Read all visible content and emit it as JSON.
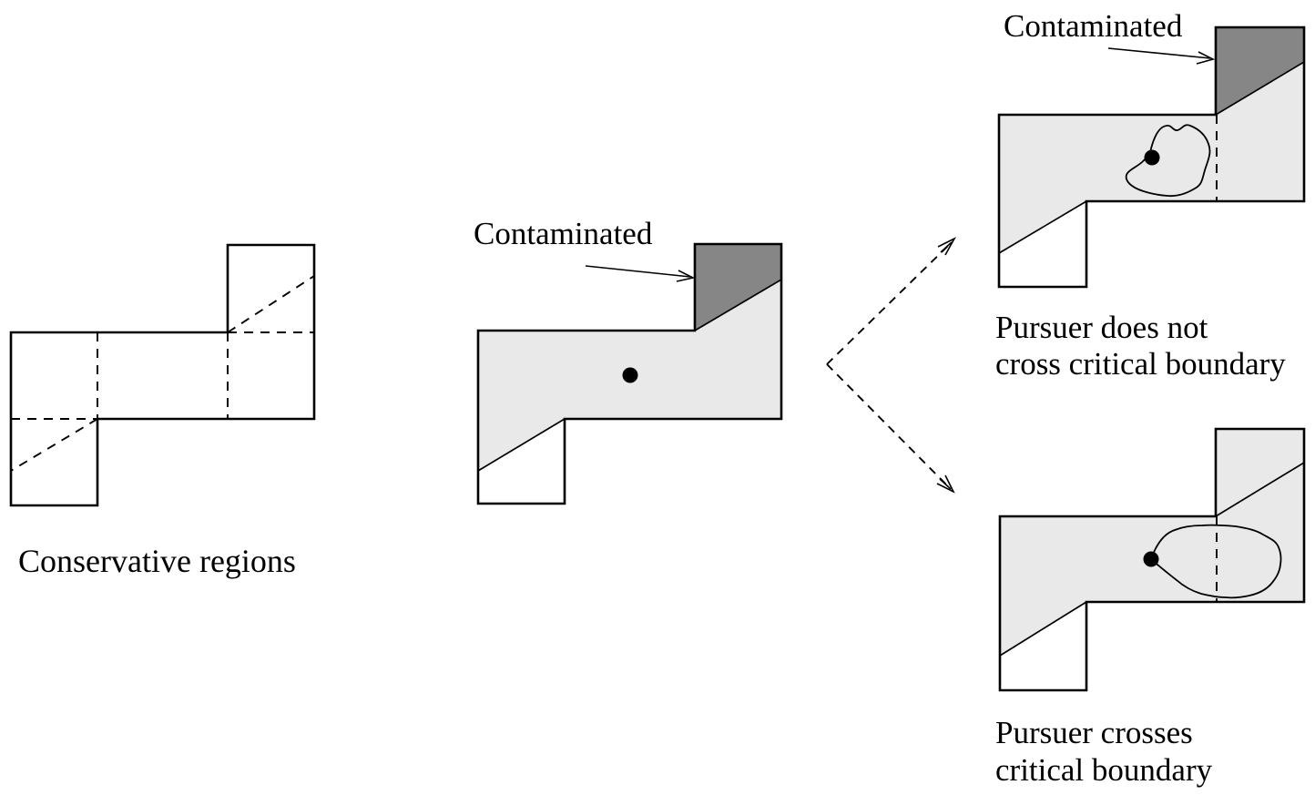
{
  "diagram": {
    "title_context": "Pursuit-evasion conservative regions diagram",
    "colors": {
      "background": "#ffffff",
      "cleared_region": "#e9e9e9",
      "contaminated_region": "#868686",
      "free_space": "#ffffff",
      "line": "#000000"
    },
    "labels": {
      "conservative_regions": "Conservative regions",
      "contaminated_middle": "Contaminated",
      "contaminated_top": "Contaminated",
      "no_cross_line1": "Pursuer does not",
      "no_cross_line2": "cross critical boundary",
      "cross_line1": "Pursuer crosses",
      "cross_line2": "critical boundary"
    }
  }
}
